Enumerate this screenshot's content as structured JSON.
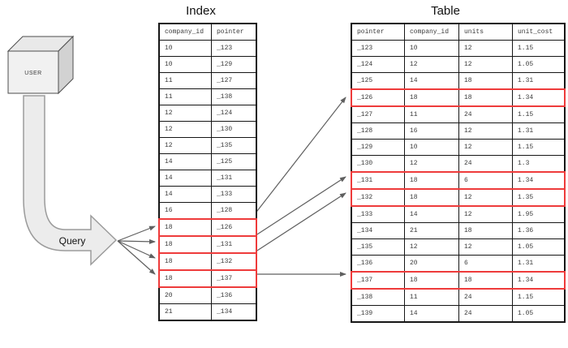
{
  "colors": {
    "highlight": "#ee3b3b",
    "arrow": "#5f5f5f",
    "table_border": "#161616"
  },
  "labels": {
    "user": "USER",
    "query": "Query"
  },
  "index_table": {
    "title": "Index",
    "columns": [
      "company_id",
      "pointer"
    ],
    "rows": [
      [
        "10",
        "_123"
      ],
      [
        "10",
        "_129"
      ],
      [
        "11",
        "_127"
      ],
      [
        "11",
        "_138"
      ],
      [
        "12",
        "_124"
      ],
      [
        "12",
        "_130"
      ],
      [
        "12",
        "_135"
      ],
      [
        "14",
        "_125"
      ],
      [
        "14",
        "_131"
      ],
      [
        "14",
        "_133"
      ],
      [
        "16",
        "_128"
      ],
      [
        "18",
        "_126"
      ],
      [
        "18",
        "_131"
      ],
      [
        "18",
        "_132"
      ],
      [
        "18",
        "_137"
      ],
      [
        "20",
        "_136"
      ],
      [
        "21",
        "_134"
      ]
    ],
    "highlighted_rows": [
      11,
      12,
      13,
      14
    ]
  },
  "data_table": {
    "title": "Table",
    "columns": [
      "pointer",
      "company_id",
      "units",
      "unit_cost"
    ],
    "rows": [
      [
        "_123",
        "10",
        "12",
        "1.15"
      ],
      [
        "_124",
        "12",
        "12",
        "1.05"
      ],
      [
        "_125",
        "14",
        "18",
        "1.31"
      ],
      [
        "_126",
        "18",
        "18",
        "1.34"
      ],
      [
        "_127",
        "11",
        "24",
        "1.15"
      ],
      [
        "_128",
        "16",
        "12",
        "1.31"
      ],
      [
        "_129",
        "10",
        "12",
        "1.15"
      ],
      [
        "_130",
        "12",
        "24",
        "1.3"
      ],
      [
        "_131",
        "18",
        "6",
        "1.34"
      ],
      [
        "_132",
        "18",
        "12",
        "1.35"
      ],
      [
        "_133",
        "14",
        "12",
        "1.95"
      ],
      [
        "_134",
        "21",
        "18",
        "1.36"
      ],
      [
        "_135",
        "12",
        "12",
        "1.05"
      ],
      [
        "_136",
        "20",
        "6",
        "1.31"
      ],
      [
        "_137",
        "18",
        "18",
        "1.34"
      ],
      [
        "_138",
        "11",
        "24",
        "1.15"
      ],
      [
        "_139",
        "14",
        "24",
        "1.05"
      ]
    ],
    "highlighted_rows": [
      3,
      8,
      9,
      14
    ]
  }
}
